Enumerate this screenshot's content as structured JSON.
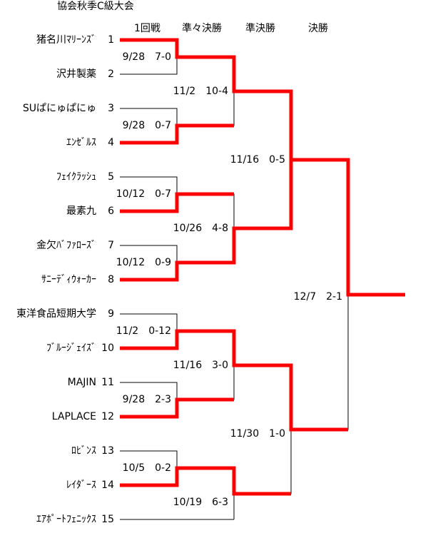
{
  "title": "協会秋季C級大会",
  "rounds": [
    "1回戦",
    "準々決勝",
    "準決勝",
    "決勝"
  ],
  "teams": [
    {
      "seed": "1",
      "name": "猪名川ﾏﾘｰﾝｽﾞ"
    },
    {
      "seed": "2",
      "name": "沢井製薬"
    },
    {
      "seed": "3",
      "name": "SUぱにゅぱにゅ"
    },
    {
      "seed": "4",
      "name": "ｴﾝｾﾞﾙｽ"
    },
    {
      "seed": "5",
      "name": "ﾌｪｲｸﾗｯｼｭ"
    },
    {
      "seed": "6",
      "name": "最素九"
    },
    {
      "seed": "7",
      "name": "金欠ﾊﾞﾌｧﾛｰｽﾞ"
    },
    {
      "seed": "8",
      "name": "ｻﾆｰﾃﾞｨｳｫｰｶｰ"
    },
    {
      "seed": "9",
      "name": "東洋食品短期大学"
    },
    {
      "seed": "10",
      "name": "ﾌﾞﾙｰｼﾞｪｲｽﾞ"
    },
    {
      "seed": "11",
      "name": "MAJIN"
    },
    {
      "seed": "12",
      "name": "LAPLACE"
    },
    {
      "seed": "13",
      "name": "ﾛﾋﾞﾝｽ"
    },
    {
      "seed": "14",
      "name": "ﾚｲﾀﾞｰｽ"
    },
    {
      "seed": "15",
      "name": "ｴｱﾎﾟｰﾄﾌｪﾆｯｸｽ"
    }
  ],
  "matches": {
    "r1": [
      {
        "date": "9/28",
        "score": "7-0"
      },
      {
        "date": "9/28",
        "score": "0-7"
      },
      {
        "date": "10/12",
        "score": "0-7"
      },
      {
        "date": "10/12",
        "score": "0-9"
      },
      {
        "date": "11/2",
        "score": "0-12"
      },
      {
        "date": "9/28",
        "score": "2-3"
      },
      {
        "date": "10/5",
        "score": "0-2"
      }
    ],
    "qf": [
      {
        "date": "11/2",
        "score": "10-4"
      },
      {
        "date": "10/26",
        "score": "4-8"
      },
      {
        "date": "11/16",
        "score": "3-0"
      },
      {
        "date": "10/19",
        "score": "6-3"
      }
    ],
    "sf": [
      {
        "date": "11/16",
        "score": "0-5"
      },
      {
        "date": "11/30",
        "score": "1-0"
      }
    ],
    "final": {
      "date": "12/7",
      "score": "2-1"
    }
  },
  "colors": {
    "winner_line": "#ff0000",
    "line": "#000000"
  }
}
